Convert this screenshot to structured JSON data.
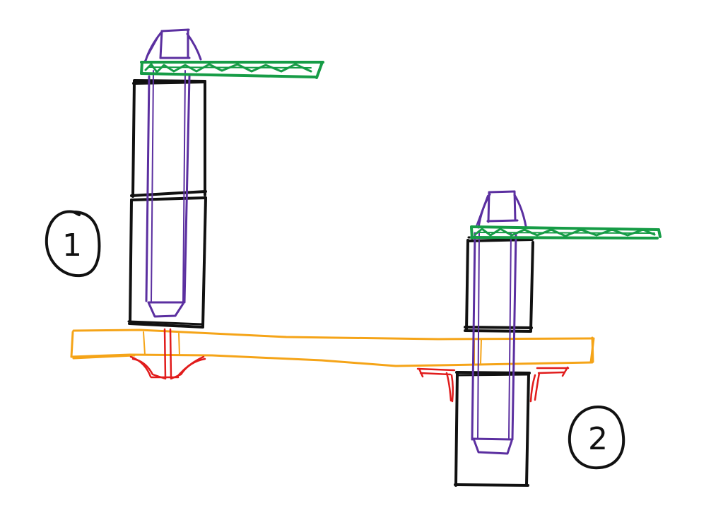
{
  "labels": {
    "one": "1",
    "two": "2"
  },
  "colors": {
    "outline": "#111111",
    "screw": "#5b2fa0",
    "wrench": "#169c46",
    "board": "#f5a418",
    "bulge": "#e11c1c",
    "background": "#ffffff"
  },
  "icons": {
    "label_one": "circled-number-one",
    "label_two": "circled-number-two"
  }
}
